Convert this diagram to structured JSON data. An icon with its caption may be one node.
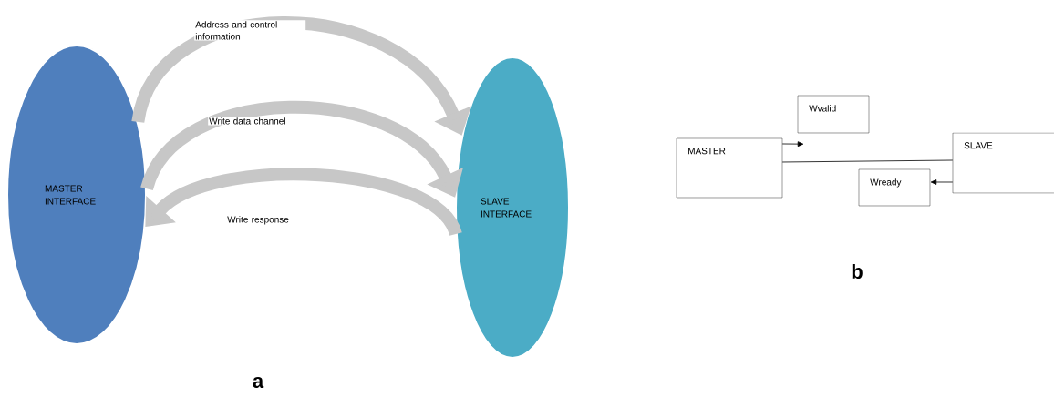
{
  "diagram": {
    "nodes": [
      {
        "text": [
          "MASTER INTERFACE"
        ]
      },
      {
        "text": [
          "SLAVE INTERFACE"
        ]
      },
      {
        "text": [
          "MASTER"
        ]
      },
      {
        "text": [
          "Wvalid"
        ]
      },
      {
        "text": [
          "SLAVE"
        ]
      },
      {
        "text": [
          "Wready"
        ]
      }
    ],
    "edges": [
      {
        "from": 0,
        "to": 1,
        "arrow": "to",
        "label": "Address and control information",
        "style": "thick"
      },
      {
        "from": 0,
        "to": 1,
        "arrow": "to",
        "label": "Write data channel",
        "style": "thick"
      },
      {
        "from": 1,
        "to": 0,
        "arrow": "to",
        "label": "Write response",
        "style": "thick"
      },
      {
        "from": 2,
        "to": 3,
        "arrow": "to",
        "color": "#000000"
      },
      {
        "from": 2,
        "to": 4,
        "arrow": "none",
        "color": "#000000"
      },
      {
        "from": 4,
        "to": 5,
        "arrow": "to",
        "color": "#000000"
      }
    ],
    "labels": [
      "a",
      "b"
    ]
  }
}
